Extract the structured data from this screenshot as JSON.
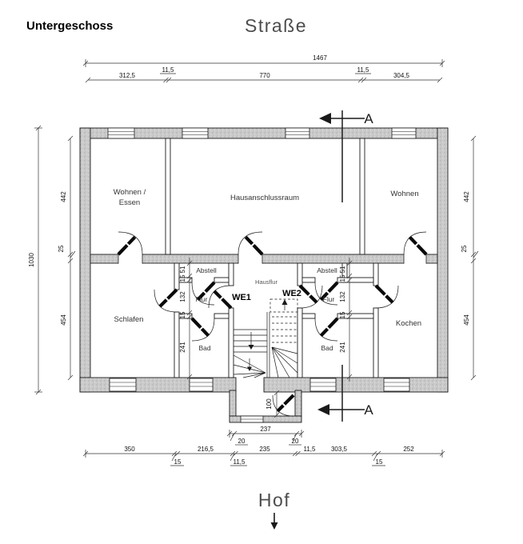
{
  "title": "Untergeschoss",
  "context": {
    "top": "Straße",
    "bottom": "Hof"
  },
  "section_marks": {
    "top": "A",
    "bottom": "A"
  },
  "rooms": {
    "wohnen_essen_line1": "Wohnen /",
    "wohnen_essen_line2": "Essen",
    "hausanschlussraum": "Hausanschlussraum",
    "wohnen": "Wohnen",
    "schlafen": "Schlafen",
    "kochen": "Kochen",
    "hausflur": "Hausflur",
    "we1": "WE1",
    "we2": "WE2",
    "abstell_left": "Abstell",
    "abstell_right": "Abstell",
    "flur_left": "Flur",
    "flur_right": "Flur",
    "bad_left": "Bad",
    "bad_right": "Bad"
  },
  "dimensions": {
    "top_total": "1467",
    "top_chain": [
      "312,5",
      "11,5",
      "770",
      "11,5",
      "304,5"
    ],
    "left_total": "1030",
    "side_chain": [
      "442",
      "25",
      "454"
    ],
    "service_chain": [
      "51",
      "15",
      "132",
      "15",
      "241"
    ],
    "bottom_chain": [
      "350",
      "15",
      "216,5",
      "11,5",
      "235",
      "11,5",
      "303,5",
      "15",
      "252"
    ],
    "entry_width": "237",
    "entry_jambs": [
      "20",
      "20"
    ],
    "vestibule_depth": "100"
  },
  "colors": {
    "wall_fill": "#cbcbcb",
    "line": "#1a1a1a",
    "dim_text": "#111111",
    "context_text": "#4d4d4d"
  }
}
